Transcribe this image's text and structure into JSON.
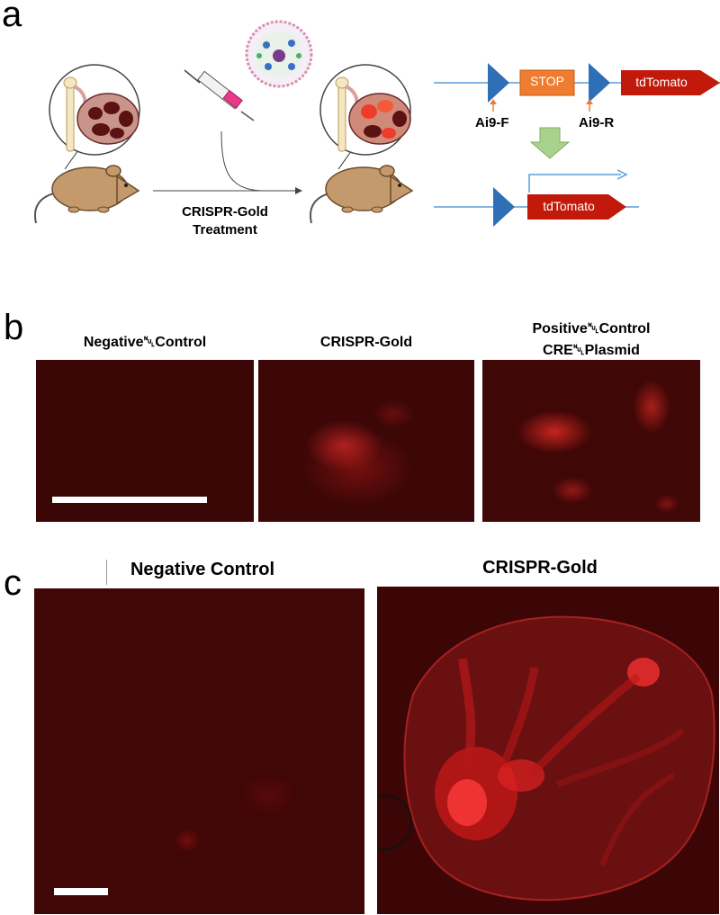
{
  "panels": {
    "a": {
      "letter": "a",
      "treatment_label_line1": "CRISPR-Gold",
      "treatment_label_line2": "Treatment",
      "construct_before": {
        "stop_label": "STOP",
        "reporter_label": "tdTomato"
      },
      "construct_after": {
        "reporter_label": "tdTomato"
      },
      "primers": {
        "forward": "Ai9-F",
        "reverse": "Ai9-R"
      }
    },
    "b": {
      "letter": "b",
      "headers": {
        "negative": "Negative␀Control",
        "crispr": "CRISPR-Gold",
        "positive_line1": "Positive␀Control",
        "positive_line2": "CRE␀Plasmid"
      }
    },
    "c": {
      "letter": "c",
      "headers": {
        "negative": "Negative Control",
        "crispr": "CRISPR-Gold"
      }
    }
  },
  "colors": {
    "stop_box": "#ee7d31",
    "reporter_arrow": "#c11a0a",
    "loxp_triangle": "#2e6fb5",
    "dna_line": "#5b9bd5",
    "arrow_green": "#a9d18e",
    "tissue_bg": "#3e0707",
    "fluorescence": "#ff2a2a"
  }
}
